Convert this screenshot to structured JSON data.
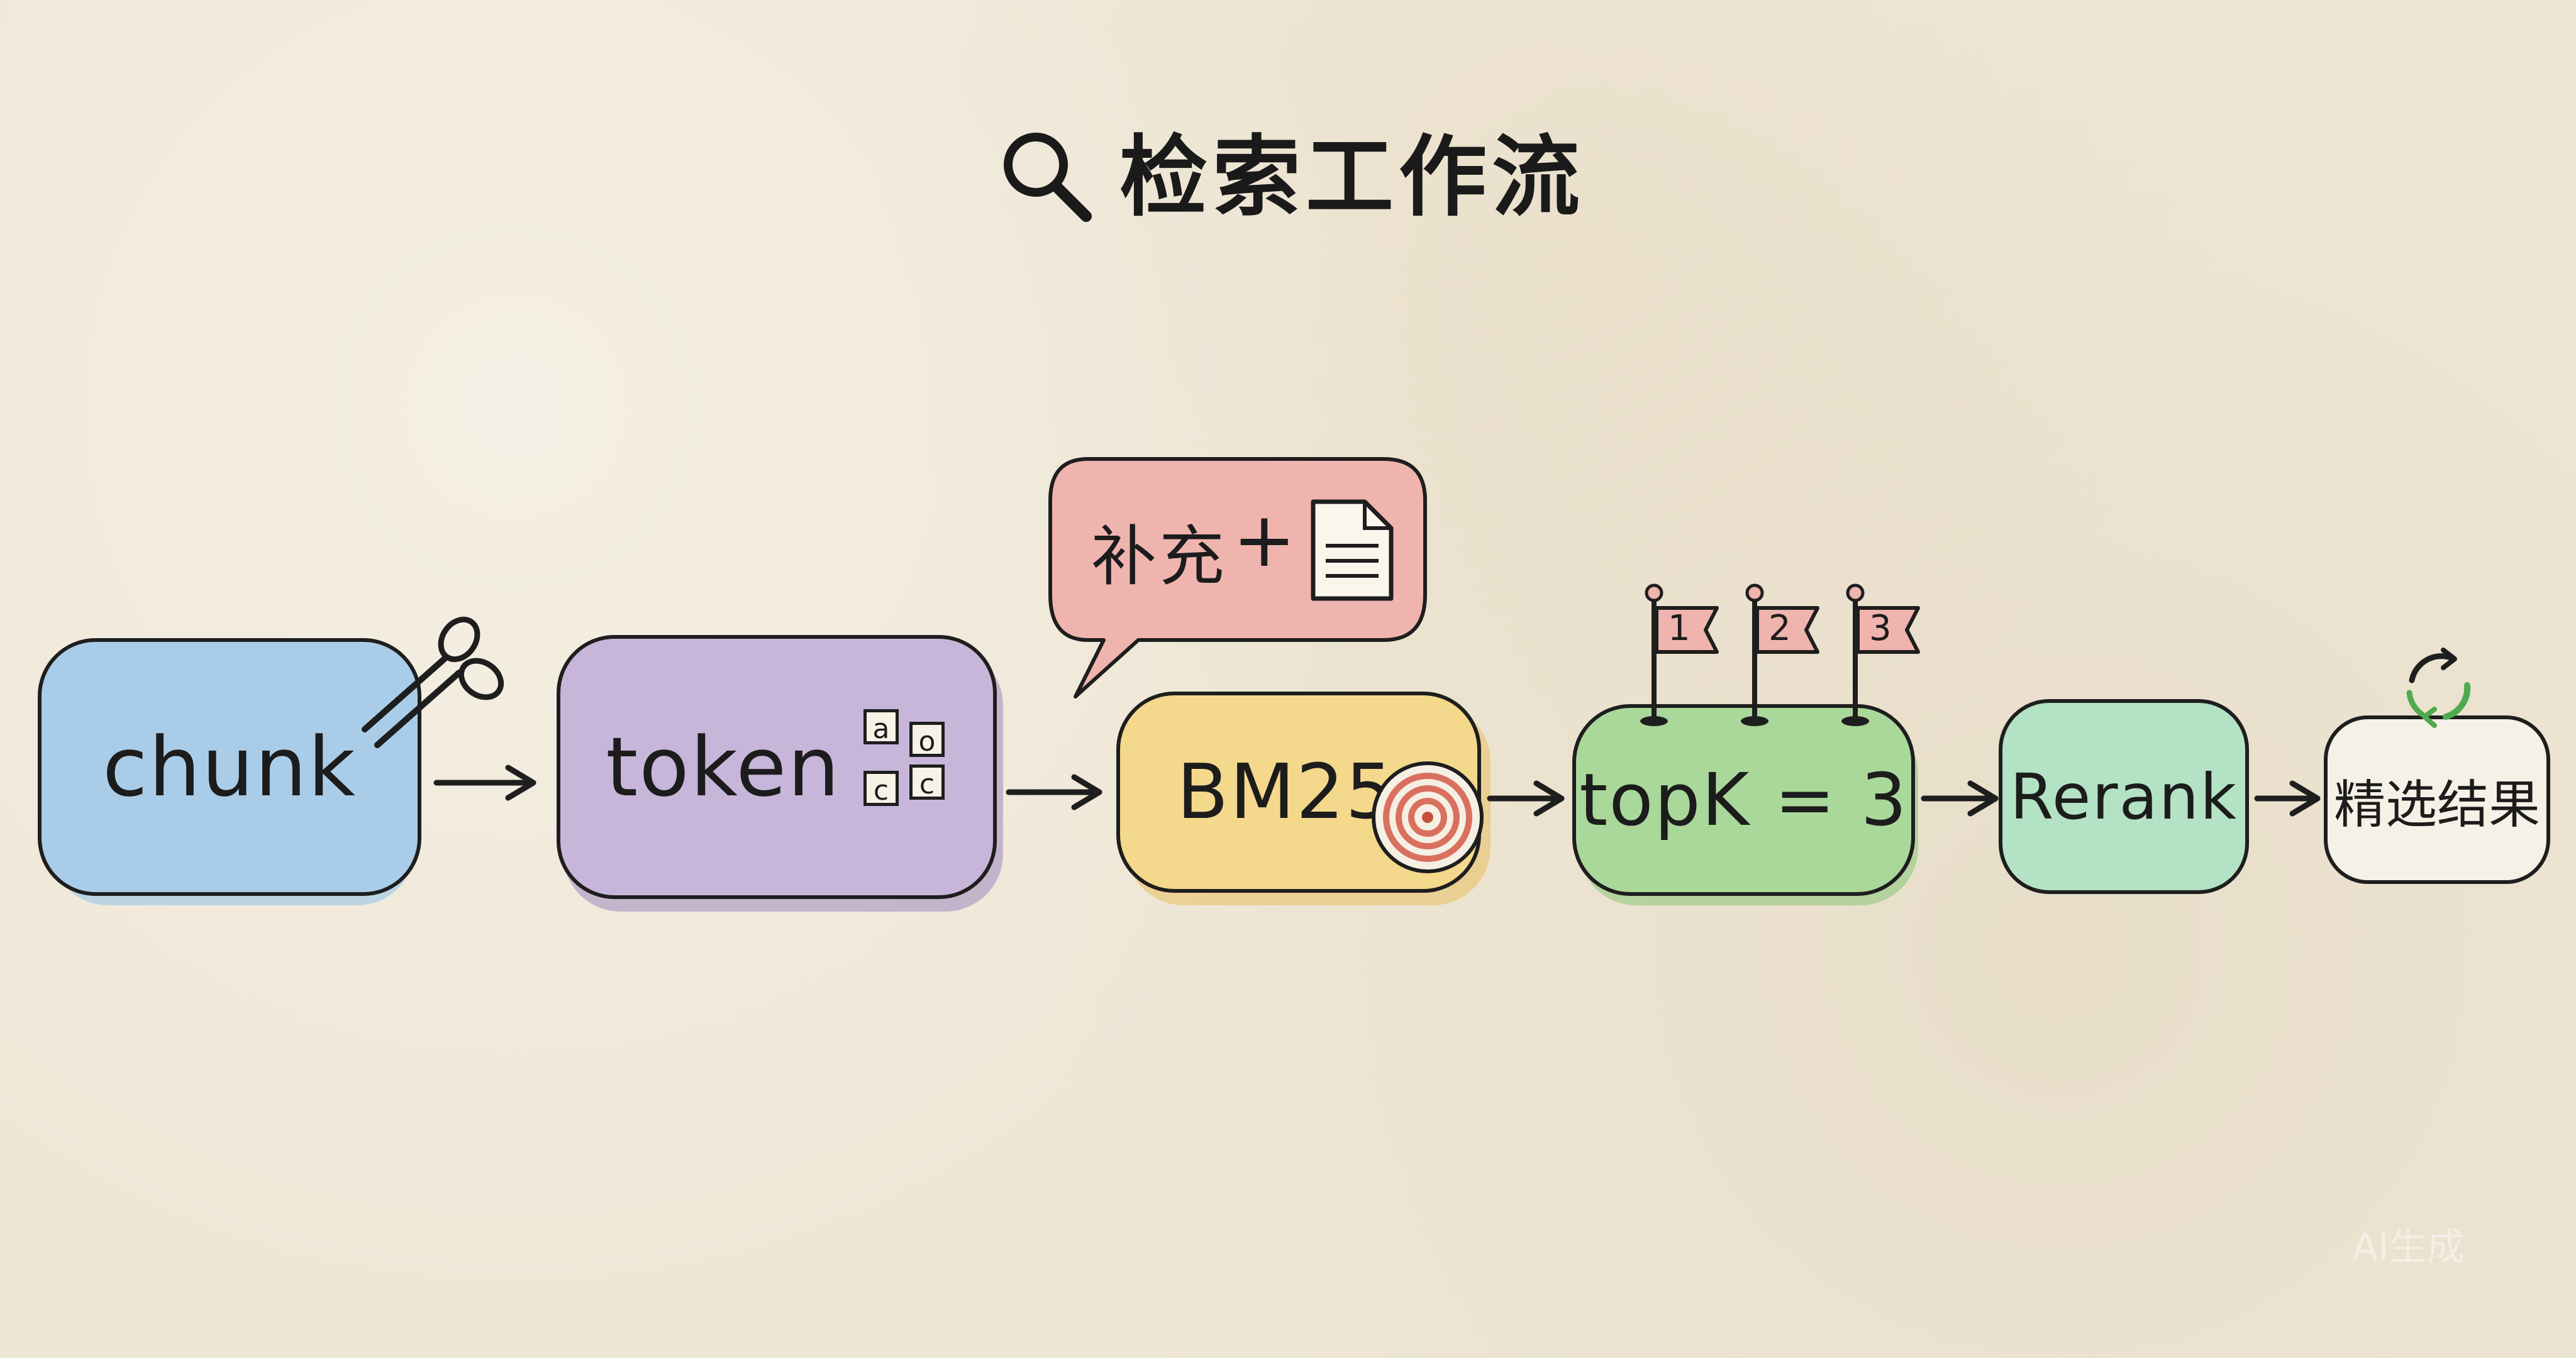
{
  "title": {
    "text": "检索工作流",
    "icon": "search-icon"
  },
  "callout": {
    "text": "补充",
    "plus": "+",
    "icon": "document-icon"
  },
  "nodes": {
    "chunk": {
      "label": "chunk",
      "icon": "scissors-icon",
      "color": "#a9cde9"
    },
    "token": {
      "label": "token",
      "icon": "letter-tiles-icon",
      "tiles": [
        "a",
        "o",
        "c",
        "c"
      ],
      "color": "#c7b6da"
    },
    "bm25": {
      "label": "BM25",
      "icon": "target-icon",
      "color": "#f4d98c"
    },
    "topk": {
      "label": "topK = 3",
      "icon": "flags-icon",
      "flags": [
        "1",
        "2",
        "3"
      ],
      "color": "#a9d89a"
    },
    "rerank": {
      "label": "Rerank",
      "color": "#b3e2c4"
    },
    "result": {
      "label": "精选结果",
      "icon": "refresh-cycle-icon",
      "color": "#f6f1e6"
    }
  },
  "watermark": "AI生成"
}
